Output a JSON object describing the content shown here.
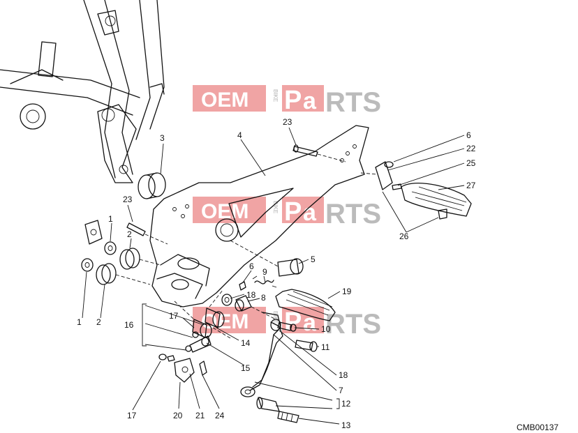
{
  "watermark": {
    "oem": "OEM",
    "bike": "BIKE",
    "parts_p": "P",
    "parts_a": "a",
    "parts_rest": "RTS"
  },
  "drawing_code": "CMB00137",
  "callouts": {
    "c1a": "1",
    "c1b": "1",
    "c2a": "2",
    "c2b": "2",
    "c3": "3",
    "c4": "4",
    "c5": "5",
    "c6a": "6",
    "c6b": "6",
    "c7": "7",
    "c8": "8",
    "c9": "9",
    "c10": "10",
    "c11": "11",
    "c12": "12",
    "c13": "13",
    "c14": "14",
    "c15": "15",
    "c16": "16",
    "c17a": "17",
    "c17b": "17",
    "c18a": "18",
    "c18b": "18",
    "c19": "19",
    "c20": "20",
    "c21": "21",
    "c22": "22",
    "c23a": "23",
    "c23b": "23",
    "c24": "24",
    "c25": "25",
    "c26": "26",
    "c27": "27"
  }
}
